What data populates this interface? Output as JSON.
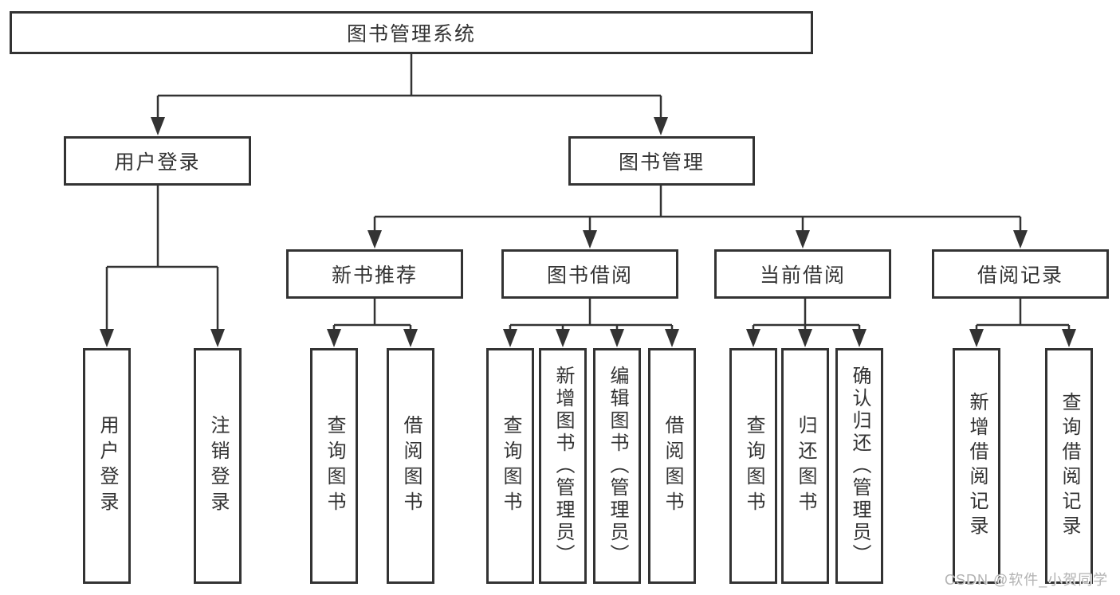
{
  "tree": {
    "root": "图书管理系统",
    "branches": [
      {
        "label": "用户登录",
        "children": [
          "用户登录",
          "注销登录"
        ]
      },
      {
        "label": "图书管理",
        "sections": [
          {
            "label": "新书推荐",
            "children": [
              "查询图书",
              "借阅图书"
            ]
          },
          {
            "label": "图书借阅",
            "children": [
              "查询图书",
              "新增图书（管理员）",
              "编辑图书（管理员）",
              "借阅图书"
            ]
          },
          {
            "label": "当前借阅",
            "children": [
              "查询图书",
              "归还图书",
              "确认归还（管理员）"
            ]
          },
          {
            "label": "借阅记录",
            "children": [
              "新增借阅记录",
              "查询借阅记录"
            ]
          }
        ]
      }
    ]
  },
  "watermark": "CSDN @软件_小贺同学",
  "colors": {
    "line": "#333333",
    "text": "#333333",
    "watermark": "#b3b3b3",
    "background": "#ffffff"
  }
}
